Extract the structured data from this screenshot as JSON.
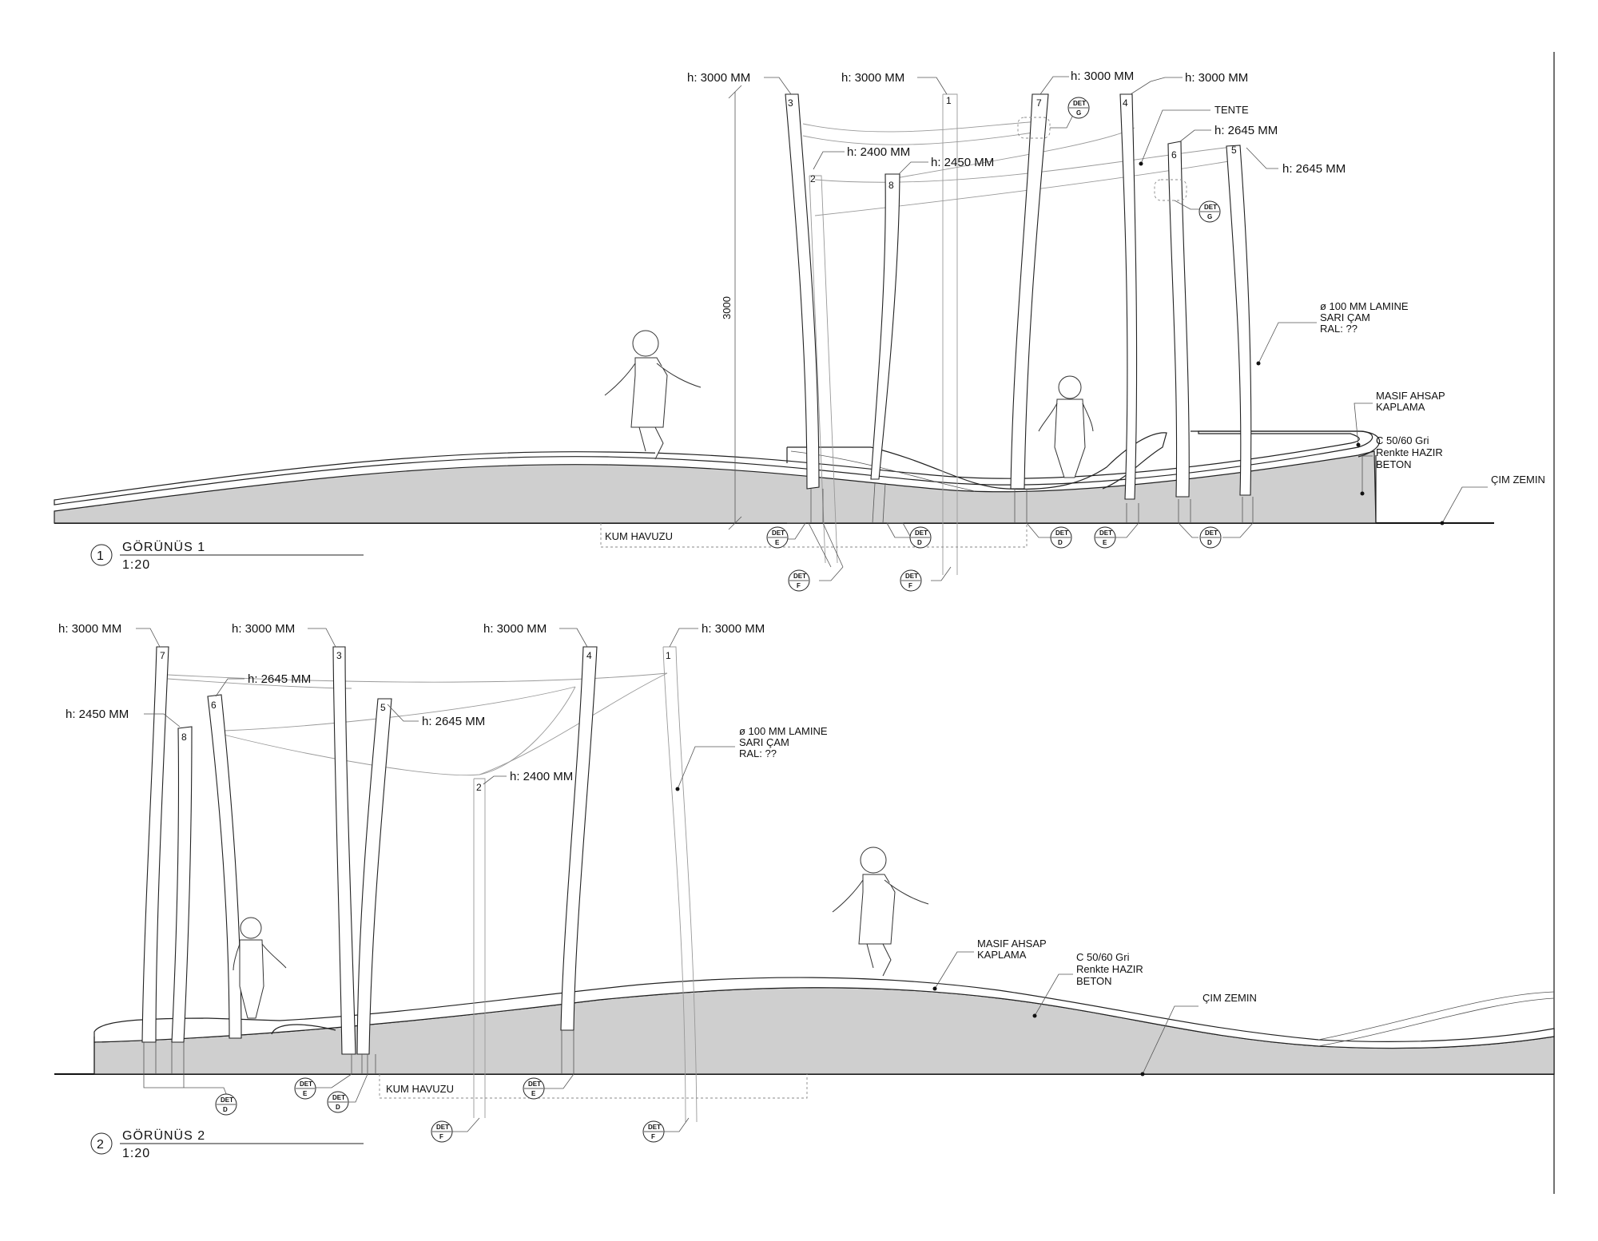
{
  "views": [
    {
      "number": "1",
      "title": "GÖRÜNÜS 1",
      "scale": "1:20",
      "dimension": "3000",
      "heights": [
        {
          "pole": "3",
          "label": "h: 3000 MM"
        },
        {
          "pole": "1",
          "label": "h: 3000 MM"
        },
        {
          "pole": "7",
          "label": "h: 3000 MM"
        },
        {
          "pole": "4",
          "label": "h: 3000 MM"
        },
        {
          "pole": "2",
          "label": "h: 2400 MM"
        },
        {
          "pole": "8",
          "label": "h: 2450 MM"
        },
        {
          "pole": "6",
          "label": "h: 2645 MM"
        },
        {
          "pole": "5",
          "label": "h: 2645 MM"
        }
      ],
      "notes": {
        "tente": "TENTE",
        "material": [
          "ø 100 MM LAMINE",
          "SARI ÇAM",
          "RAL: ??"
        ],
        "deck": [
          "MASIF AHSAP",
          "KAPLAMA"
        ],
        "concrete": [
          "C 50/60  Gri",
          "Renkte HAZIR",
          "BETON"
        ],
        "grass": "ÇIM ZEMIN",
        "sandpit": "KUM HAVUZU"
      },
      "details": [
        {
          "top": "DET",
          "bottom": "G"
        },
        {
          "top": "DET",
          "bottom": "G"
        },
        {
          "top": "DET",
          "bottom": "E"
        },
        {
          "top": "DET",
          "bottom": "D"
        },
        {
          "top": "DET",
          "bottom": "D"
        },
        {
          "top": "DET",
          "bottom": "E"
        },
        {
          "top": "DET",
          "bottom": "D"
        },
        {
          "top": "DET",
          "bottom": "F"
        },
        {
          "top": "DET",
          "bottom": "F"
        }
      ]
    },
    {
      "number": "2",
      "title": "GÖRÜNÜS 2",
      "scale": "1:20",
      "heights": [
        {
          "pole": "7",
          "label": "h: 3000 MM"
        },
        {
          "pole": "3",
          "label": "h: 3000 MM"
        },
        {
          "pole": "4",
          "label": "h: 3000 MM"
        },
        {
          "pole": "1",
          "label": "h: 3000 MM"
        },
        {
          "pole": "6",
          "label": "h: 2645 MM"
        },
        {
          "pole": "8",
          "label": "h: 2450 MM"
        },
        {
          "pole": "5",
          "label": "h: 2645 MM"
        },
        {
          "pole": "2",
          "label": "h: 2400 MM"
        }
      ],
      "notes": {
        "material": [
          "ø 100 MM LAMINE",
          "SARI ÇAM",
          "RAL: ??"
        ],
        "deck": [
          "MASIF AHSAP",
          "KAPLAMA"
        ],
        "concrete": [
          "C 50/60  Gri",
          "Renkte HAZIR",
          "BETON"
        ],
        "grass": "ÇIM ZEMIN",
        "sandpit": "KUM HAVUZU"
      },
      "details": [
        {
          "top": "DET",
          "bottom": "D"
        },
        {
          "top": "DET",
          "bottom": "E"
        },
        {
          "top": "DET",
          "bottom": "D"
        },
        {
          "top": "DET",
          "bottom": "E"
        },
        {
          "top": "DET",
          "bottom": "F"
        },
        {
          "top": "DET",
          "bottom": "F"
        }
      ]
    }
  ]
}
